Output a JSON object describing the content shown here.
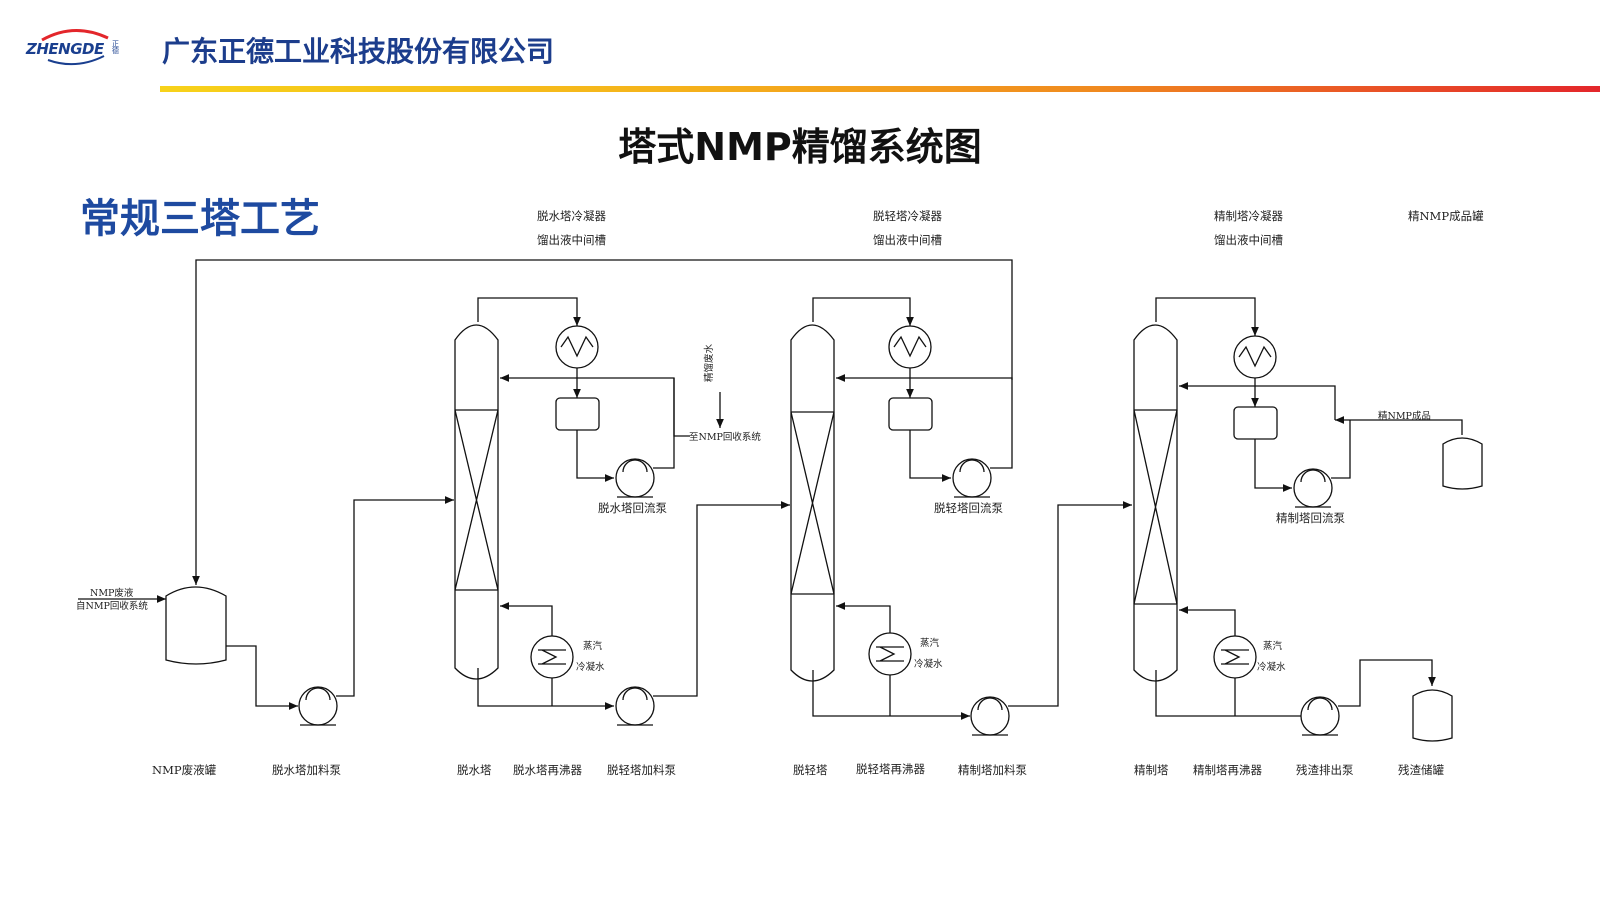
{
  "header": {
    "logo_text": "ZHENGDE",
    "logo_sub": "正德",
    "company": "广东正德工业科技股份有限公司"
  },
  "title": "塔式NMP精馏系统图",
  "subtitle": "常规三塔工艺",
  "colors": {
    "brand_blue": "#1c3d8c",
    "bar_start": "#f7d21a",
    "bar_end": "#e3262b"
  },
  "labels": {
    "inlet_1": "NMP废液",
    "inlet_2": "自NMP回收系统",
    "t1_condenser": "脱水塔冷凝器",
    "t1_tank": "馏出液中间槽",
    "t2_condenser": "脱轻塔冷凝器",
    "t2_tank": "馏出液中间槽",
    "t3_condenser": "精制塔冷凝器",
    "t3_tank": "馏出液中间槽",
    "product_tank_top": "精NMP成品罐",
    "pure_water": "精馏废水",
    "to_nmp_recovery": "至NMP回收系统",
    "product_line": "精NMP成品",
    "t1_reflux_pump": "脱水塔回流泵",
    "t2_reflux_pump": "脱轻塔回流泵",
    "t3_reflux_pump": "精制塔回流泵",
    "steam": "蒸汽",
    "cond_water": "冷凝水",
    "bottom": [
      "NMP废液罐",
      "脱水塔加料泵",
      "脱水塔",
      "脱水塔再沸器",
      "脱轻塔加料泵",
      "脱轻塔",
      "脱轻塔再沸器",
      "精制塔加料泵",
      "精制塔",
      "精制塔再沸器",
      "残渣排出泵",
      "残渣储罐"
    ]
  }
}
